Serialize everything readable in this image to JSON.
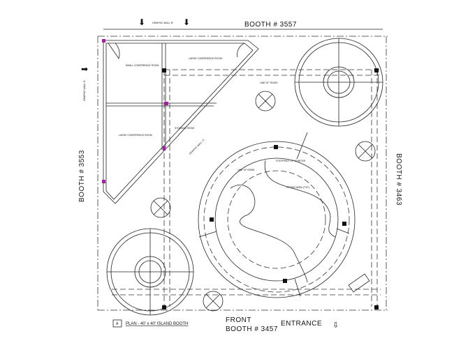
{
  "labels": {
    "booth_top": "BOOTH # 3557",
    "booth_left": "BOOTH # 3553",
    "booth_right": "BOOTH # 3463",
    "front": "FRONT",
    "booth_bottom": "BOOTH # 3457",
    "entrance": "ENTRANCE",
    "plan_title": "PLAN - 40' x 40' ISLAND BOOTH",
    "plan_number": "A",
    "graphic_wall_a": "GRAPHIC WALL 'A'",
    "graphic_wall_b": "GRAPHIC WALL 'B'",
    "graphic_wall_c": "GRAPHIC WALL 'C'",
    "small_conference": "SMALL CONFERENCE ROOM",
    "large_conference_top": "LARGE CONFERENCE ROOM",
    "large_conference": "LARGE CONFERENCE ROOM",
    "storage": "STORAGE ROOM",
    "line_of_truss": "LINE OF TRUSS",
    "line_of_riser": "LINE OF RISER",
    "footprint_monitor": "FOOTPRINT OF MONITOR",
    "fitting_area": "FITTING AREA (TYP)"
  },
  "colors": {
    "line": "#222222",
    "accent": "#a020a0"
  }
}
